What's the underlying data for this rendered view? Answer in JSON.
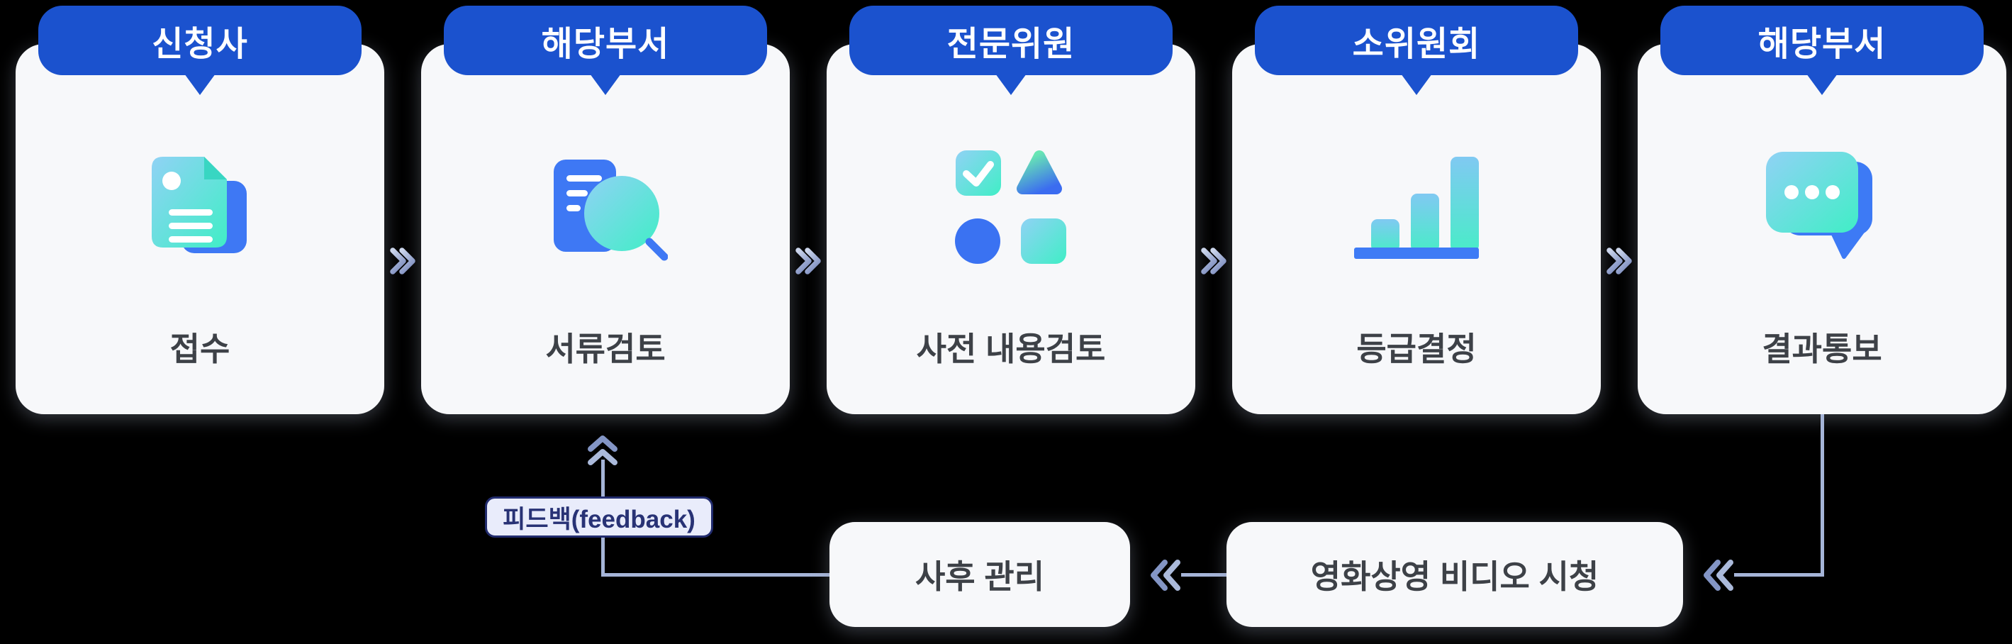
{
  "steps": [
    {
      "actor": "신청사",
      "label": "접수",
      "icon": "documents-icon"
    },
    {
      "actor": "해당부서",
      "label": "서류검토",
      "icon": "document-search-icon"
    },
    {
      "actor": "전문위원",
      "label": "사전 내용검토",
      "icon": "shapes-grid-icon"
    },
    {
      "actor": "소위원회",
      "label": "등급결정",
      "icon": "bar-chart-icon"
    },
    {
      "actor": "해당부서",
      "label": "결과통보",
      "icon": "chat-bubbles-icon"
    }
  ],
  "feedback_loop": {
    "label": "피드백(feedback)",
    "post_management": "사후 관리",
    "video_viewing": "영화상영 비디오 시청"
  },
  "colors": {
    "background": "#000000",
    "card_background": "#f7f8fa",
    "header_blue": "#1b52ce",
    "step_label_text": "#3d4147",
    "connector": "#a5b4d7",
    "connector_dark": "#8395c5",
    "connector_light": "#abbadb",
    "icon_blue": "#3e78f4",
    "icon_gradient_start": "#86cdf3",
    "icon_gradient_end": "#44edc9",
    "feedback_background": "#e9ecfb",
    "feedback_border": "#222c6e",
    "feedback_text": "#283275"
  }
}
